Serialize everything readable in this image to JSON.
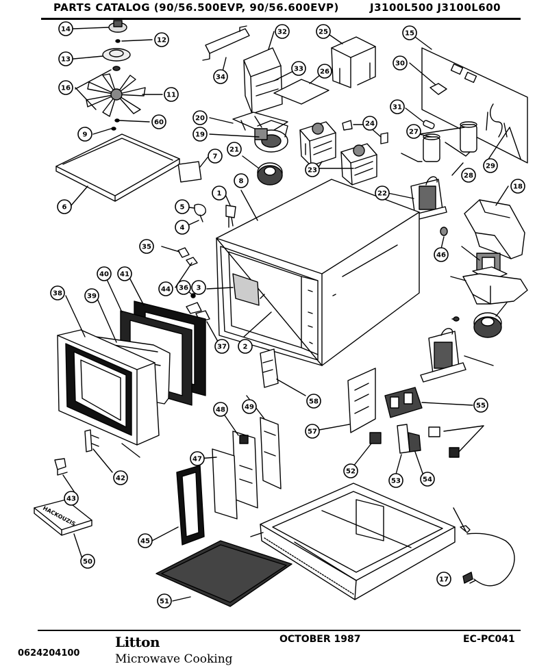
{
  "header": {
    "title": "PARTS CATALOG (90/56.500EVP, 90/56.600EVP)",
    "model_numbers": "J3100L500  J3100L600"
  },
  "footer": {
    "date": "OCTOBER 1987",
    "code": "EC-PC041",
    "part_number": "0624204100",
    "brand": "Litton",
    "sub_brand": "Microwave Cooking"
  },
  "callouts": [
    "14",
    "12",
    "13",
    "16",
    "11",
    "60",
    "9",
    "6",
    "20",
    "19",
    "21",
    "7",
    "5",
    "4",
    "1",
    "8",
    "32",
    "34",
    "33",
    "26",
    "25",
    "15",
    "30",
    "31",
    "27",
    "24",
    "23",
    "22",
    "29",
    "28",
    "18",
    "46",
    "35",
    "3",
    "44",
    "36",
    "37",
    "2",
    "38",
    "39",
    "40",
    "41",
    "42",
    "43",
    "58",
    "57",
    "55",
    "52",
    "53",
    "54",
    "49",
    "48",
    "47",
    "45",
    "50",
    "51",
    "17"
  ],
  "hood_label": "HACKOUZIS"
}
